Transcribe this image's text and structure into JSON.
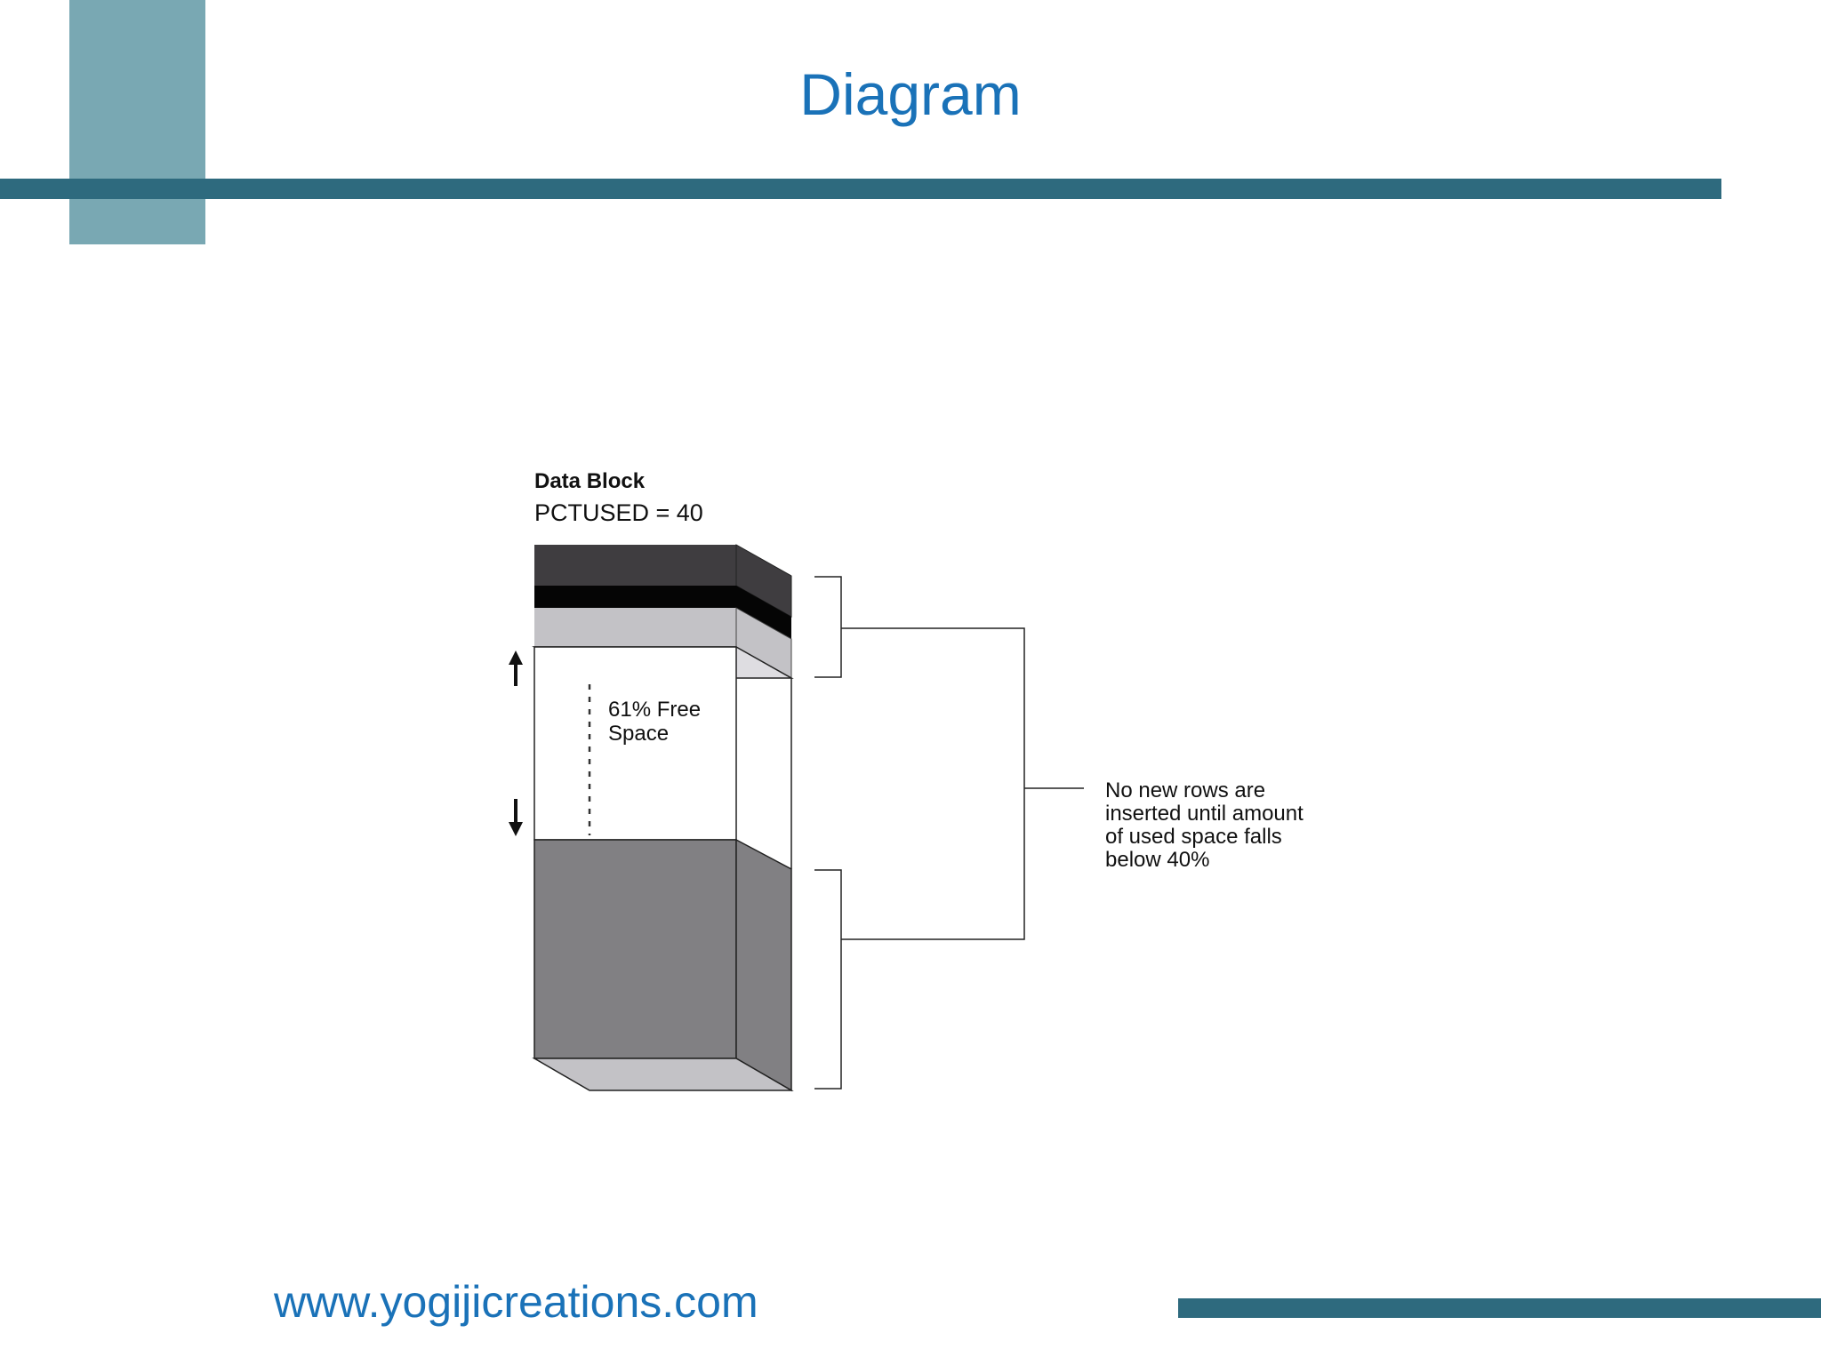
{
  "slide": {
    "title": "Diagram",
    "footer_url": "www.yogijicreations.com"
  },
  "diagram": {
    "block_title": "Data Block",
    "block_subtitle": "PCTUSED = 40",
    "free_space_line1": "61% Free",
    "free_space_line2": "Space",
    "note_lines": [
      "No new rows are",
      "inserted until amount",
      "of used space falls",
      "below 40%"
    ]
  },
  "colors": {
    "title_blue": "#1a72b8",
    "band_teal": "#2e6a7e",
    "square_teal": "#79a8b3",
    "header_dark": "#3f3d40",
    "header_black": "#050505",
    "header_light": "#c3c2c6",
    "used_gray": "#818083"
  }
}
